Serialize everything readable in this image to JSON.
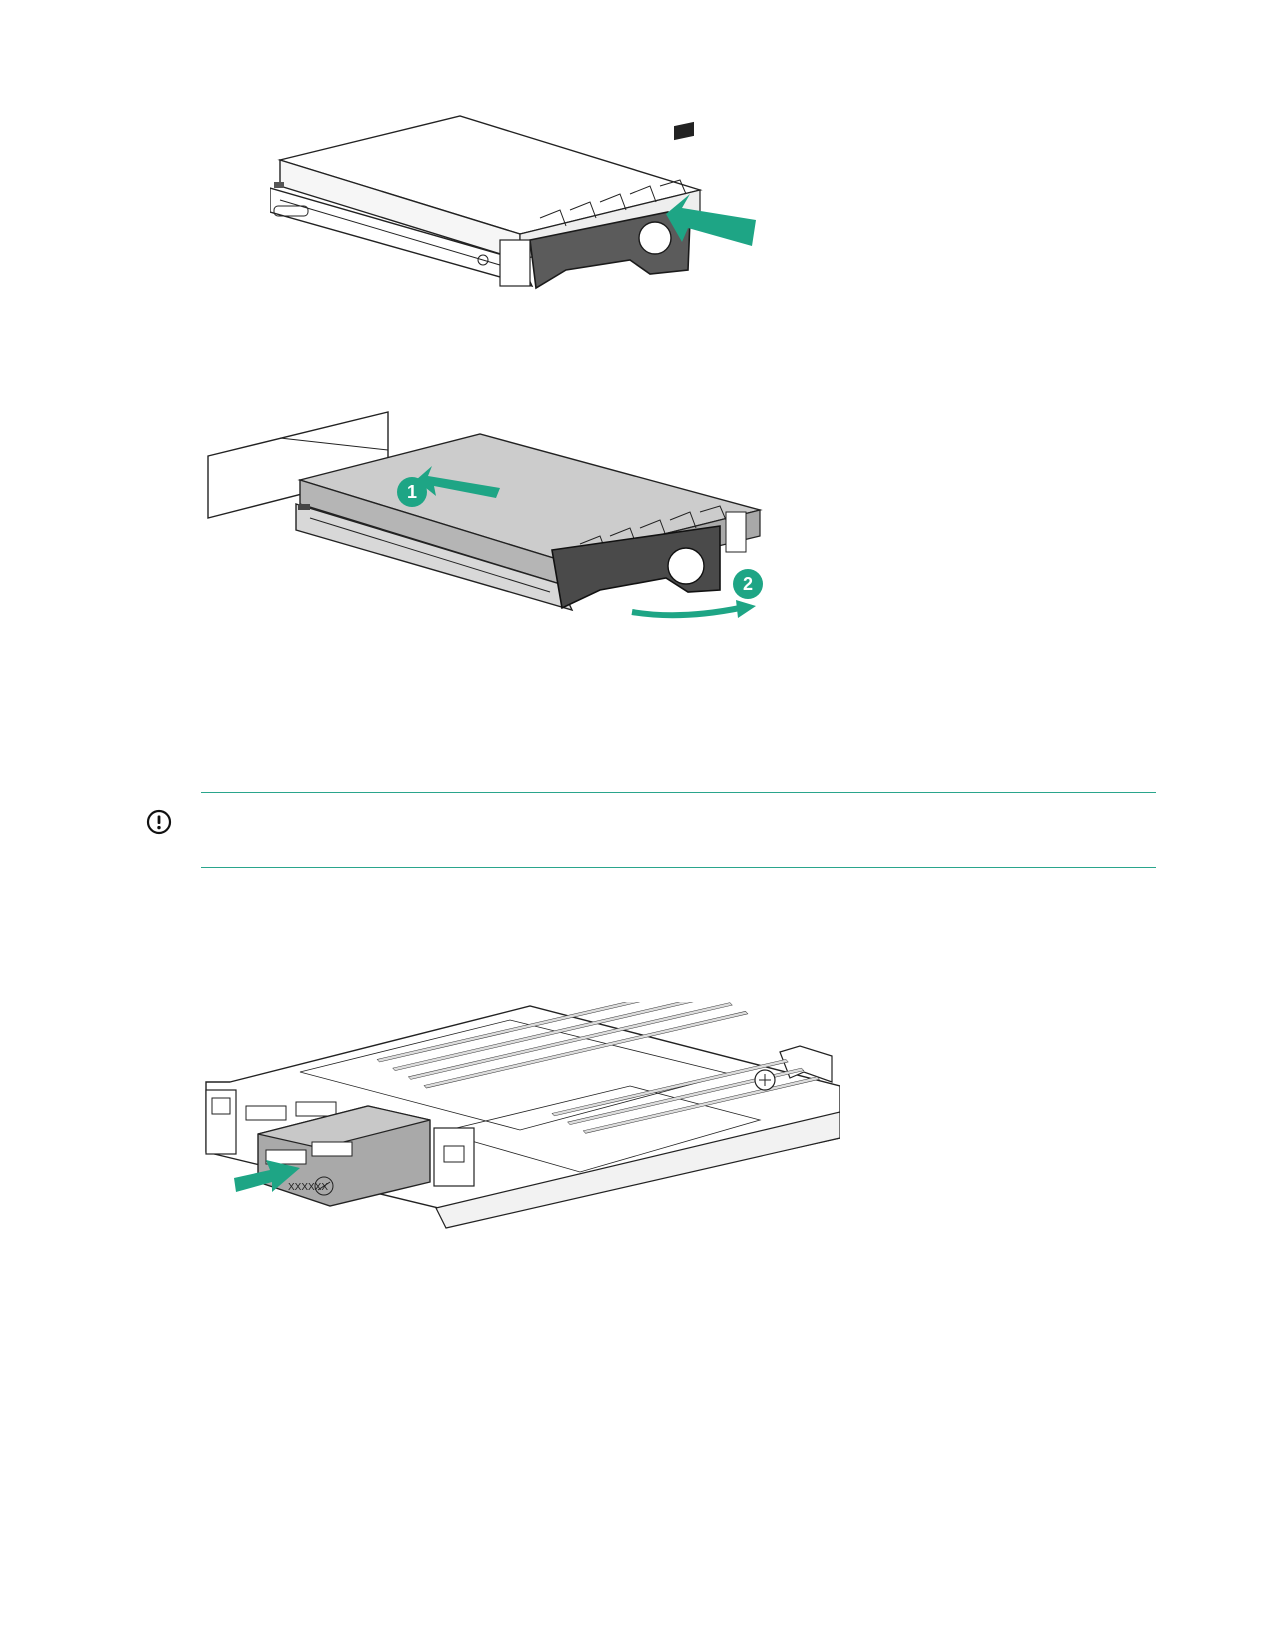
{
  "figures": [
    {
      "name": "hot-plug-drive-release-illustration"
    },
    {
      "name": "hot-plug-drive-install-illustration",
      "callouts": [
        "1",
        "2"
      ]
    },
    {
      "name": "drive-carrier-insert-illustration",
      "drive_label": "XXXXXX"
    }
  ],
  "note": {
    "icon": "exclamation-circle-icon",
    "text": ""
  },
  "colors": {
    "accent": "#1ea585",
    "rule": "#2aa58c",
    "drive_gray": "#cccccc",
    "latch_gray": "#555555"
  }
}
